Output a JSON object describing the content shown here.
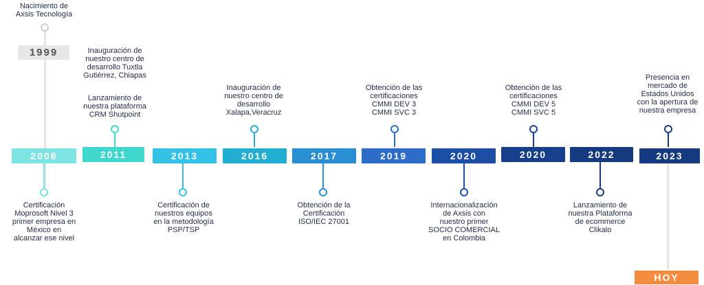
{
  "origin": {
    "label": "Nacimiento de\nAxsis Tecnología",
    "year": "1999"
  },
  "today": {
    "label": "HOY"
  },
  "events": [
    {
      "year": "2008",
      "color": "#7ee3e3",
      "text": "Certificación\nMoprosoft Nivel 3\nprimer empresa en\nMéxico en\nalcanzar ese nivel"
    },
    {
      "year": "2011",
      "color": "#40d7cf",
      "text_top": "Inauguración de\nnuestro centro de\ndesarrollo  Tuxtla\nGutiérrez, Chiapas",
      "text": "Lanzamiento de\nnuestra plataforma\nCRM Shutpoint"
    },
    {
      "year": "2013",
      "color": "#33c2e6",
      "text": "Certificación de\nnuestros equipos\nen la metodología\nPSP/TSP"
    },
    {
      "year": "2016",
      "color": "#22aed0",
      "text": "Inauguración de\nnuestro centro de\ndesarrollo\nXalapa,Veracruz"
    },
    {
      "year": "2017",
      "color": "#2a8ed2",
      "text": "Obtención de la\nCertificación\nISO/IEC 27001"
    },
    {
      "year": "2019",
      "color": "#2b6dc9",
      "text": "Obtención de las\ncertificaciones\nCMMI DEV 3\nCMMI SVC 3"
    },
    {
      "year": "2020",
      "color": "#1c4ea6",
      "text": "Internacionalización\nde Axsis con\nnuestro primer\nSOCIO COMERCIAL\nen Colombia"
    },
    {
      "year": "2020",
      "color": "#173f8c",
      "text": "Obtención de las\ncertificaciones\nCMMI DEV 5\nCMMI SVC 5"
    },
    {
      "year": "2022",
      "color": "#163a80",
      "text": "Lanzamiento de\nnuestra Plataforma\nde ecommerce\nClikalo"
    },
    {
      "year": "2023",
      "color": "#163a80",
      "text": "Presencia en\nmercado de\nEstados Unidos\ncon la apertura de\nnuestra empresa"
    }
  ]
}
